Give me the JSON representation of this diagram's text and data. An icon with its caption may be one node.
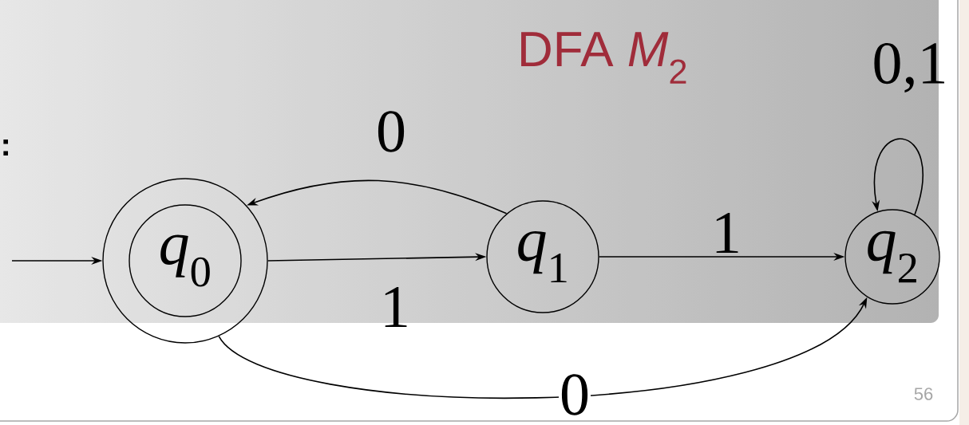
{
  "diagram": {
    "title": "DFA *M*$_{2}$",
    "nodes": [
      {
        "text": [
          "*q*$_{0}$"
        ]
      },
      {
        "text": [
          "*q*$_{1}$"
        ]
      },
      {
        "text": [
          "*q*$_{2}$"
        ]
      }
    ],
    "edges": [
      {
        "from": null,
        "to": 0,
        "arrow": "to"
      },
      {
        "from": 0,
        "to": 1,
        "arrow": "to",
        "label": "1"
      },
      {
        "from": 1,
        "to": 0,
        "arrow": "to",
        "label": "0"
      },
      {
        "from": 1,
        "to": 2,
        "arrow": "to",
        "label": "1"
      },
      {
        "from": 2,
        "to": 2,
        "arrow": "to",
        "label": "0,1"
      },
      {
        "from": 0,
        "to": 2,
        "arrow": "to",
        "label": "0"
      }
    ],
    "labels": [
      ":",
      "56"
    ]
  }
}
